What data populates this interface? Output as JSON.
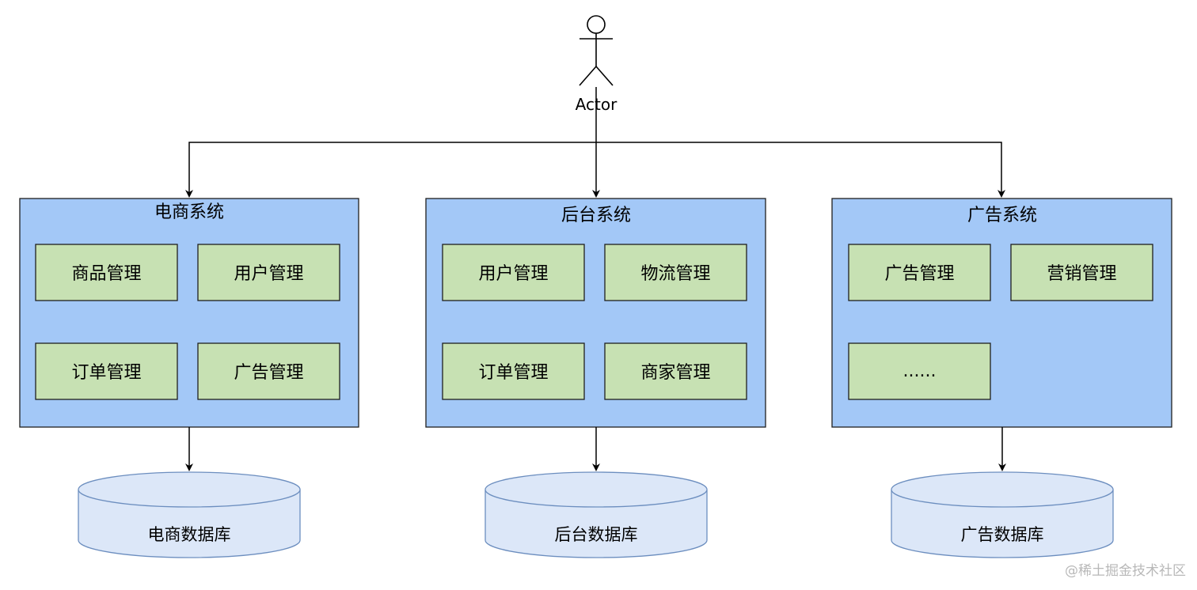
{
  "actor": {
    "label": "Actor"
  },
  "systems": [
    {
      "title": "电商系统",
      "modules": [
        "商品管理",
        "用户管理",
        "订单管理",
        "广告管理"
      ],
      "database": "电商数据库"
    },
    {
      "title": "后台系统",
      "modules": [
        "用户管理",
        "物流管理",
        "订单管理",
        "商家管理"
      ],
      "database": "后台数据库"
    },
    {
      "title": "广告系统",
      "modules": [
        "广告管理",
        "营销管理",
        "......"
      ],
      "database": "广告数据库"
    }
  ],
  "watermark": "@稀土掘金技术社区",
  "colors": {
    "system_fill": "#A3C8F7",
    "system_stroke": "#1F1F1F",
    "module_fill": "#C7E1B3",
    "module_stroke": "#1F1F1F",
    "db_fill": "#DCE7F8",
    "db_stroke": "#6C8EBF",
    "line": "#000000"
  }
}
